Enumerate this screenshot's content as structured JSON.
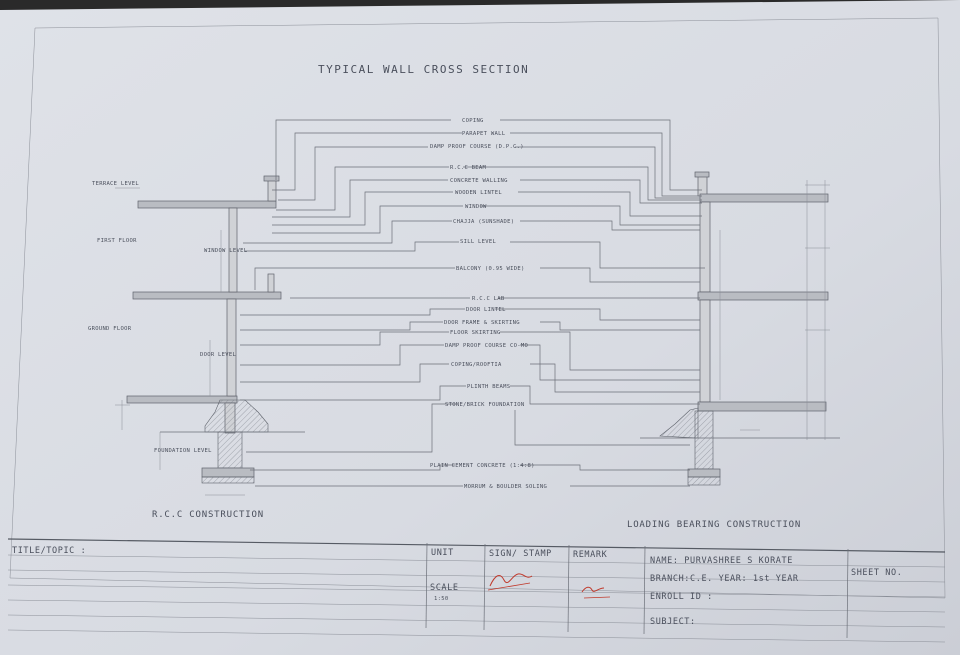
{
  "title": "TYPICAL WALL CROSS SECTION",
  "left_levels": {
    "terrace": "TERRACE LEVEL",
    "first": "FIRST FLOOR",
    "ground": "GROUND FLOOR",
    "window_level": "WINDOW LEVEL",
    "door_level": "DOOR LEVEL",
    "foundation": "FOUNDATION LEVEL"
  },
  "callouts": [
    "COPING",
    "PARAPET WALL",
    "DAMP PROOF COURSE (D.P.C.)",
    "R.C.C BEAM",
    "CONCRETE WALLING",
    "WOODEN LINTEL",
    "WINDOW",
    "CHAJJA (SUNSHADE)",
    "SILL LEVEL",
    "BALCONY (0.95 WIDE)",
    "R.C.C LAB",
    "DOOR LINTEL",
    "DOOR FRAME & SKIRTING",
    "FLOOR SKIRTING",
    "DAMP PROOF COURSE CO-MO",
    "COPING/ROOFTIA",
    "PLINTH BEAMS",
    "STONE/BRICK FOUNDATION",
    "PLAIN CEMENT CONCRETE (1:4:8)",
    "MORRUM & BOULDER SOLING"
  ],
  "captions": {
    "left": "R.C.C CONSTRUCTION",
    "right": "LOADING BEARING CONSTRUCTION"
  },
  "title_block": {
    "title_topic": "TITLE/TOPIC :",
    "unit": "UNIT",
    "sign_stamp": "SIGN/ STAMP",
    "remark": "REMARK",
    "scale": "SCALE",
    "scale_value": "1:50",
    "name": "NAME: PURVASHREE S KORATE",
    "branch": "BRANCH:C.E.  YEAR: 1st YEAR",
    "enrolment": "ENROLL ID :",
    "subject": "SUBJECT:",
    "sheet_no": "SHEET NO.",
    "signature": "Amul",
    "remark_mark": "Good"
  },
  "colors": {
    "paper": "#d9dce3",
    "ink": "#4a4f5c",
    "background": "#2a2a2a",
    "signature": "#c0392b"
  }
}
